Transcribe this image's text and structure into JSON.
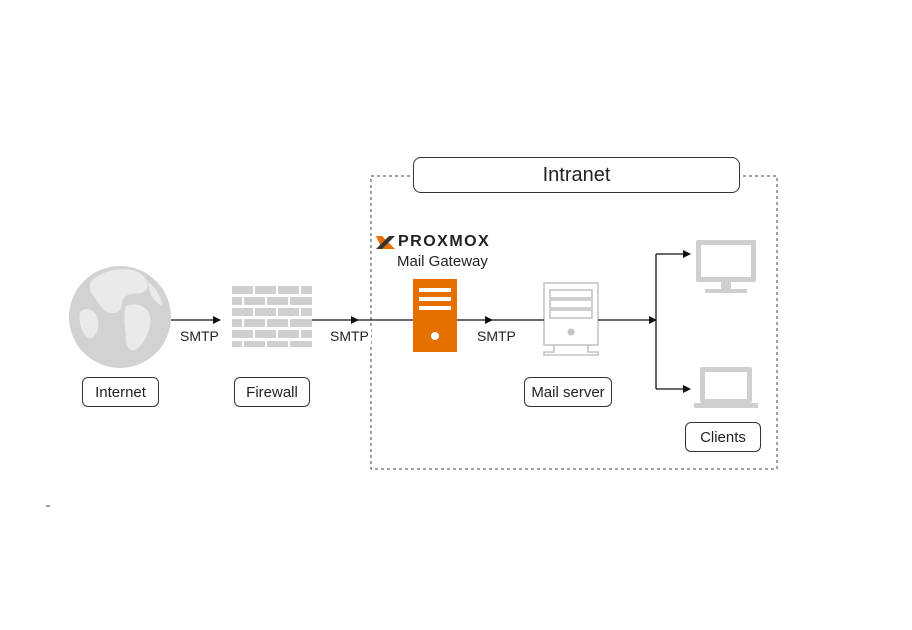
{
  "intranet": {
    "title": "Intranet"
  },
  "nodes": {
    "internet": {
      "label": "Internet",
      "icon": "globe-icon"
    },
    "firewall": {
      "label": "Firewall",
      "icon": "brick-wall-icon"
    },
    "gateway": {
      "brand": "PROXMOX",
      "subtitle": "Mail Gateway",
      "icon": "server-icon",
      "color": "#e57000"
    },
    "mail_server": {
      "label": "Mail server",
      "icon": "server-outline-icon"
    },
    "clients": {
      "label": "Clients",
      "icons": [
        "desktop-monitor-icon",
        "laptop-icon"
      ]
    }
  },
  "edges": [
    {
      "from": "internet",
      "to": "firewall",
      "label": "SMTP"
    },
    {
      "from": "firewall",
      "to": "gateway",
      "label": "SMTP"
    },
    {
      "from": "gateway",
      "to": "mail_server",
      "label": "SMTP"
    },
    {
      "from": "mail_server",
      "to": "clients",
      "label": ""
    }
  ],
  "colors": {
    "line": "#111111",
    "icon_gray": "#c8c8c8",
    "brand_orange": "#e57000",
    "brand_dark": "#333333"
  }
}
